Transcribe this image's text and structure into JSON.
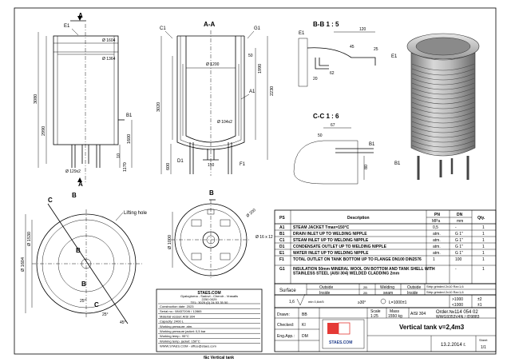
{
  "section_labels": {
    "view_a": "A",
    "section_aa": "A-A",
    "section_bb": "B-B 1 : 5",
    "section_cc": "C-C 1 : 6",
    "cut_b": "B",
    "cut_c": "C"
  },
  "callouts": {
    "e1": "E1",
    "b1": "B1",
    "c1": "C1",
    "g1": "G1",
    "a1": "A1",
    "d1": "D1",
    "f1": "F1",
    "lifting_hole": "Lifting hole"
  },
  "dimensions": {
    "d1604": "Ø 1604",
    "d1364": "Ø 1364",
    "h3080": "3080",
    "h2990": "2990",
    "d129": "Ø 129x2",
    "h1170": "1170",
    "h1600": "1600",
    "h10": "10",
    "d1200": "Ø 1200",
    "h3020": "3020",
    "h1990": "1990",
    "h2230": "2230",
    "h50": "50",
    "d104": "Ø 104x2",
    "h600": "600",
    "h150": "150",
    "bb120": "120",
    "bb62": "62",
    "bb45": "45",
    "bb25": "25",
    "bb20": "20",
    "cc67": "67",
    "cc50": "50",
    "cc80": "80",
    "d1530": "Ø 1530",
    "d1604b": "Ø 1604",
    "a25a": "25°",
    "a25b": "25°",
    "a45": "45°",
    "d1000": "Ø 1000",
    "d200": "Ø 200",
    "d16": "Ø 16 x 12"
  },
  "bom": {
    "headers": {
      "ps": "PS",
      "description": "Description",
      "pn": "PN",
      "dn": "DN",
      "qty": "Qty."
    },
    "units": {
      "pn": "MPa",
      "dn": "mm"
    },
    "rows": [
      {
        "ps": "A1",
        "description": "STEAM JACKET Tmax=150°C",
        "pn": "0,5",
        "dn": "-",
        "qty": "1"
      },
      {
        "ps": "B1",
        "description": "DRAIN INLET UP TO WELDING NIPPLE",
        "pn": "atm.",
        "dn": "G 1\"",
        "qty": "1"
      },
      {
        "ps": "C1",
        "description": "STEAM INLET UP TO WELDING NIPPLE",
        "pn": "atm.",
        "dn": "G 1\"",
        "qty": "1"
      },
      {
        "ps": "D1",
        "description": "CONDENSATE OUTLET UP TO WELDING NIPPLE",
        "pn": "atm.",
        "dn": "G 1\"",
        "qty": "1"
      },
      {
        "ps": "E1",
        "description": "WATER INLET UP TO WELDING NIPPLE",
        "pn": "atm.",
        "dn": "G 1\"",
        "qty": "1"
      },
      {
        "ps": "F1",
        "description": "TOTAL OUTLET ON TANK BOTTOM UP TO FLANGE DN100 DIN2576",
        "pn": "1",
        "dn": "100",
        "qty": "1"
      },
      {
        "ps": "G1",
        "description": "INSULATION 50mm MINERAL WOOL ON BOTTOM AND TANK SHELL WITH STAINLESS STEEL (AISI 304) WELDED CLADDING 2mm",
        "pn": "-",
        "dn": "-",
        "qty": "1"
      }
    ]
  },
  "surface": {
    "label": "Surface",
    "outside": "Outside",
    "inside": "Inside",
    "outside_val": "2B",
    "inside_val": "2B",
    "welding": "Welding",
    "seam": "seam",
    "w_outside": "Outside",
    "w_inside": "Inside",
    "w_outside_val": "Strip grinded 2x10 Ra<1,6",
    "w_inside_val": "Strip grinded 2x10 Ra<1,6"
  },
  "tolerance": {
    "ra": "1,6",
    "min": "min 0,6xt/5",
    "angle": "≥30°",
    "len": "L=1000±1",
    "r1": ">1000",
    "r2": "<1000",
    "p1": "±2",
    "p2": "±1"
  },
  "title_block": {
    "drawn_label": "Drawn:",
    "drawn": "BB",
    "checked_label": "Checked:",
    "checked": "KI",
    "eng_label": "Eng.App.:",
    "eng": "DM",
    "scale_label": "Scale",
    "scale": "1:25",
    "mass_label": "Mass",
    "mass": "1550 kg",
    "material": "AISI 304",
    "order": "Order.№114 054 02",
    "order_code": "WWG9353V4N / ID9883",
    "title": "Vertical tank v=2,4m3",
    "date": "13.2.2014 г.",
    "sheet_label": "Sheet",
    "sheet": "1/1",
    "logo": "STAES.COM"
  },
  "stamp_rows": [
    "STAES.COM",
    "Gyalogtorna - Sadovi - Chendr - Vrasatls",
    "2250 0029",
    "TEL: 3025 (0) 24 53 35 50",
    "Construction date: 2023",
    "Serial no.: 0843720/6 / 12865",
    "Material vessel: AISI 304",
    "Capacity: 2400 L",
    "Working pressure: atm.",
    "Working pressure jacket: 0,5 bar",
    "Working temp.: 95°C",
    "Working temp. jacket: 150°C",
    "WWW.STAES.COM - office@staes.com"
  ],
  "footer": "fåc Vertical tank"
}
